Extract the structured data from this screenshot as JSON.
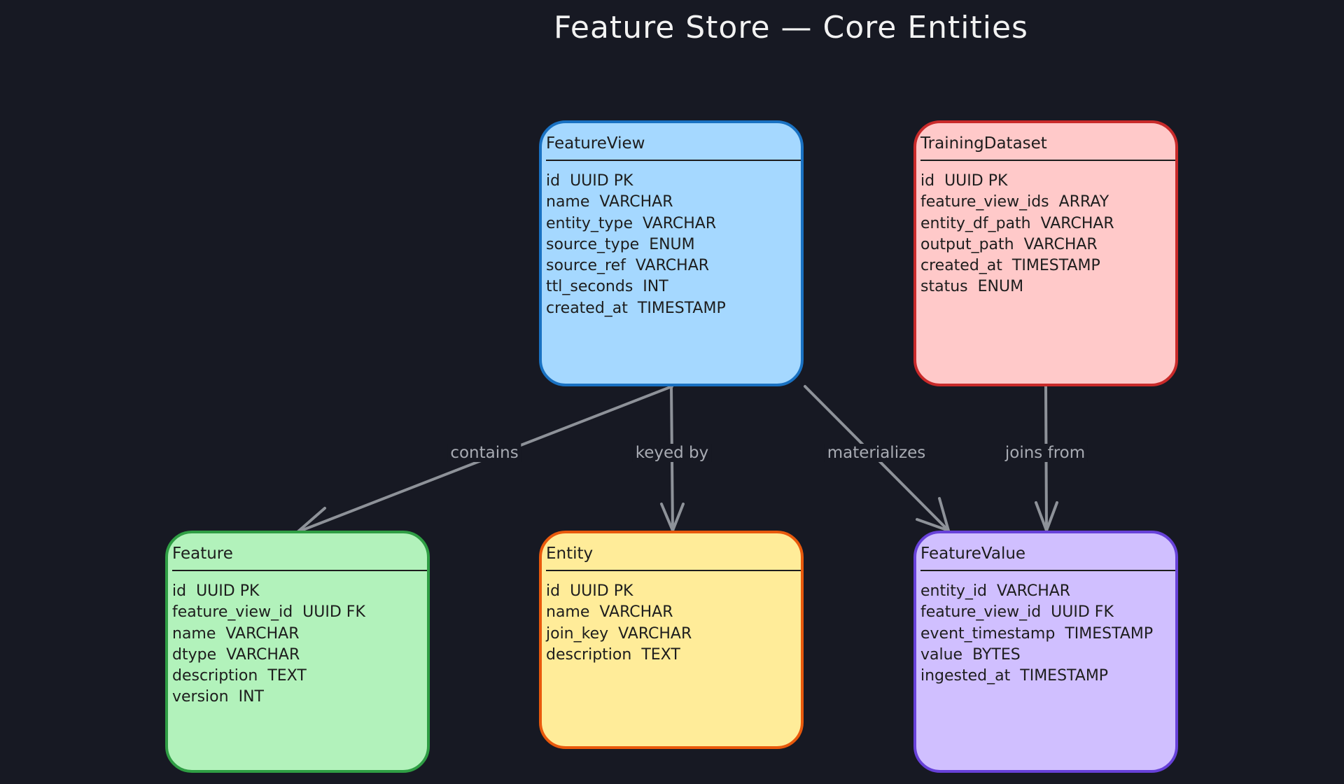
{
  "title": "Feature Store — Core Entities",
  "colors": {
    "background": "#171923",
    "edge": "#8e9299",
    "featureview": {
      "fill": "#a5d8ff",
      "stroke": "#1971c2"
    },
    "trainingdataset": {
      "fill": "#ffc9c9",
      "stroke": "#c92a2a"
    },
    "feature": {
      "fill": "#b2f2bb",
      "stroke": "#2f9e44"
    },
    "entity": {
      "fill": "#ffec99",
      "stroke": "#e8590c"
    },
    "featurevalue": {
      "fill": "#d0bfff",
      "stroke": "#6741d9"
    }
  },
  "entities": {
    "featureview": {
      "name": "FeatureView",
      "fields": [
        {
          "name": "id",
          "type": "UUID PK"
        },
        {
          "name": "name",
          "type": "VARCHAR"
        },
        {
          "name": "entity_type",
          "type": "VARCHAR"
        },
        {
          "name": "source_type",
          "type": "ENUM"
        },
        {
          "name": "source_ref",
          "type": "VARCHAR"
        },
        {
          "name": "ttl_seconds",
          "type": "INT"
        },
        {
          "name": "created_at",
          "type": "TIMESTAMP"
        }
      ]
    },
    "trainingdataset": {
      "name": "TrainingDataset",
      "fields": [
        {
          "name": "id",
          "type": "UUID PK"
        },
        {
          "name": "feature_view_ids",
          "type": "ARRAY"
        },
        {
          "name": "entity_df_path",
          "type": "VARCHAR"
        },
        {
          "name": "output_path",
          "type": "VARCHAR"
        },
        {
          "name": "created_at",
          "type": "TIMESTAMP"
        },
        {
          "name": "status",
          "type": "ENUM"
        }
      ]
    },
    "feature": {
      "name": "Feature",
      "fields": [
        {
          "name": "id",
          "type": "UUID PK"
        },
        {
          "name": "feature_view_id",
          "type": "UUID FK"
        },
        {
          "name": "name",
          "type": "VARCHAR"
        },
        {
          "name": "dtype",
          "type": "VARCHAR"
        },
        {
          "name": "description",
          "type": "TEXT"
        },
        {
          "name": "version",
          "type": "INT"
        }
      ]
    },
    "entity": {
      "name": "Entity",
      "fields": [
        {
          "name": "id",
          "type": "UUID PK"
        },
        {
          "name": "name",
          "type": "VARCHAR"
        },
        {
          "name": "join_key",
          "type": "VARCHAR"
        },
        {
          "name": "description",
          "type": "TEXT"
        }
      ]
    },
    "featurevalue": {
      "name": "FeatureValue",
      "fields": [
        {
          "name": "entity_id",
          "type": "VARCHAR"
        },
        {
          "name": "feature_view_id",
          "type": "UUID FK"
        },
        {
          "name": "event_timestamp",
          "type": "TIMESTAMP"
        },
        {
          "name": "value",
          "type": "BYTES"
        },
        {
          "name": "ingested_at",
          "type": "TIMESTAMP"
        }
      ]
    }
  },
  "relationships": {
    "contains": {
      "label": "contains",
      "from": "FeatureView",
      "to": "Feature"
    },
    "keyed_by": {
      "label": "keyed by",
      "from": "FeatureView",
      "to": "Entity"
    },
    "materializes": {
      "label": "materializes",
      "from": "FeatureView",
      "to": "FeatureValue"
    },
    "joins_from": {
      "label": "joins from",
      "from": "TrainingDataset",
      "to": "FeatureValue"
    }
  }
}
